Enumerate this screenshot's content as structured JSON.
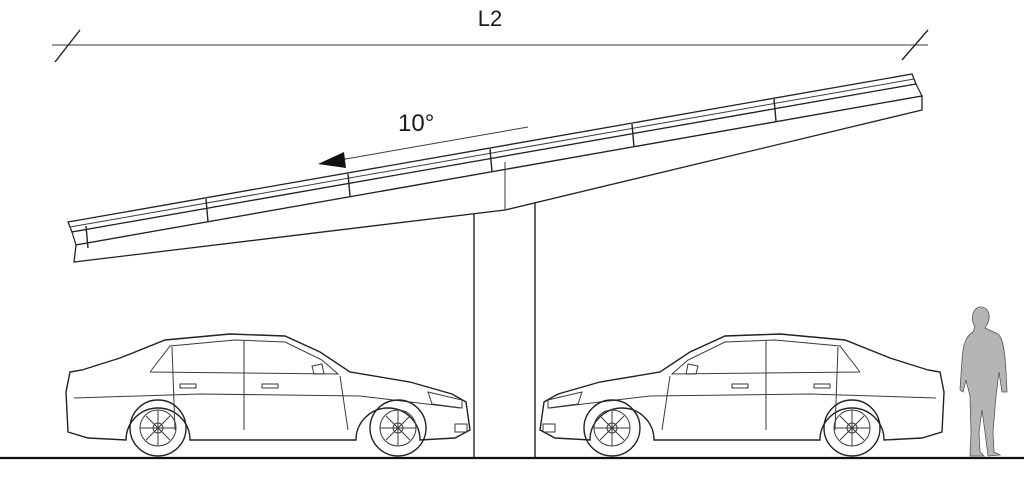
{
  "dimension": {
    "label": "L2"
  },
  "slope": {
    "label": "10°"
  },
  "scene": {
    "structure": "carport",
    "roof": "solar-panels",
    "vehicles": 2,
    "people": 1
  }
}
